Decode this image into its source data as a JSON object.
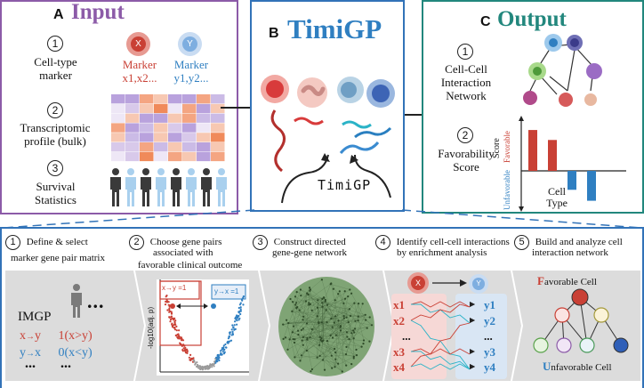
{
  "panelA": {
    "letter": "A",
    "title": "Input",
    "step1_num": "1",
    "step1_line1": "Cell-type",
    "step1_line2": "marker",
    "cellx_label": "X",
    "celly_label": "Y",
    "markerx_line1": "Marker",
    "markerx_line2": "x1,x2...",
    "markery_line1": "Marker",
    "markery_line2": "y1,y2...",
    "step2_num": "2",
    "step2_line1": "Transcriptomic",
    "step2_line2": "profile (bulk)",
    "step3_num": "3",
    "step3_line1": "Survival",
    "step3_line2": "Statistics"
  },
  "panelB": {
    "letter": "B",
    "title": "TimiGP",
    "logo_text": "TimiGP"
  },
  "panelC": {
    "letter": "C",
    "title": "Output",
    "step1_num": "1",
    "step1_line1": "Cell-Cell",
    "step1_line2": "Interaction",
    "step1_line3": "Network",
    "step2_num": "2",
    "step2_line1": "Favorability",
    "step2_line2": "Score",
    "chart_ylabel": "Score",
    "chart_fav": "Favorable",
    "chart_unfav": "Unfavorable",
    "chart_xlabel_1": "Cell",
    "chart_xlabel_2": "Type"
  },
  "chart_data": {
    "type": "bar",
    "values": [
      0.82,
      0.62,
      -0.38,
      -0.6
    ],
    "colors": [
      "#c94035",
      "#c94035",
      "#2f7fc1",
      "#2f7fc1"
    ],
    "grid": false
  },
  "workflow": {
    "step1_num": "1",
    "step1_line1": "Define & select",
    "step1_line2": "marker gene pair matrix",
    "step2_num": "2",
    "step2_line1": "Choose gene pairs",
    "step2_line2": "associated with",
    "step2_line3": "favorable clinical outcome",
    "step3_num": "3",
    "step3_line1": "Construct directed",
    "step3_line2": "gene-gene network",
    "step4_num": "4",
    "step4_line1": "Identify cell-cell interactions",
    "step4_line2": "by enrichment analysis",
    "step5_num": "5",
    "step5_line1": "Build and analyze cell",
    "step5_line2": "interaction network"
  },
  "card1": {
    "imgp_label": "IMGP",
    "dots": "...",
    "row1_pair": "x",
    "row1_pair_b": "y",
    "row1_value": "1(x>y)",
    "row2_pair": "y",
    "row2_pair_b": "x",
    "row2_value": "0(x<y)",
    "row3": "...",
    "row3_b": "..."
  },
  "card2": {
    "box_left": "x→y =1",
    "box_right": "y→x =1",
    "ylabel": "-log10(adj. p)"
  },
  "card4": {
    "cellx": "X",
    "celly": "Y",
    "x_genes": [
      "x1",
      "x2",
      "...",
      "x3",
      "x4"
    ],
    "y_genes": [
      "y1",
      "y2",
      "...",
      "y3",
      "y4"
    ]
  },
  "card5": {
    "fav_first": "F",
    "fav_rest": "avorable Cell",
    "unfav_first": "U",
    "unfav_rest": "nfavorable Cell"
  },
  "colors": {
    "purple": "#8c5ba8",
    "blue_border": "#3273b8",
    "teal": "#22877d",
    "red": "#c94035",
    "blue": "#2f7fc1"
  }
}
